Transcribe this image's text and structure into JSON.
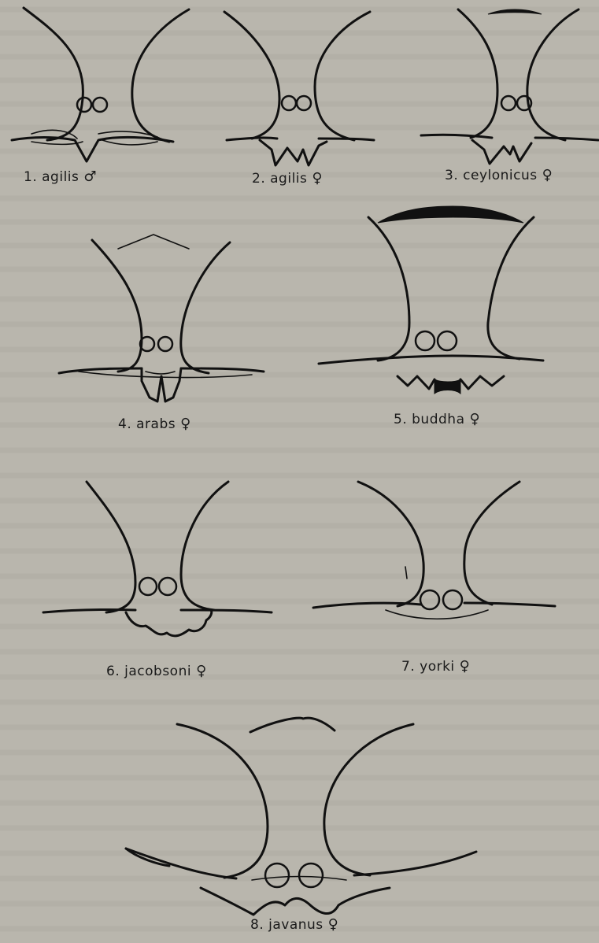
{
  "plate": {
    "background_color": "#b9b6ad",
    "ink_color": "#111111"
  },
  "figures": [
    {
      "number": "1.",
      "name": "agilis",
      "sex": "♂"
    },
    {
      "number": "2.",
      "name": "agilis",
      "sex": "♀"
    },
    {
      "number": "3.",
      "name": "ceylonicus",
      "sex": "♀"
    },
    {
      "number": "4.",
      "name": "arabs",
      "sex": "♀"
    },
    {
      "number": "5.",
      "name": "buddha",
      "sex": "♀"
    },
    {
      "number": "6.",
      "name": "jacobsoni",
      "sex": "♀"
    },
    {
      "number": "7.",
      "name": "yorki",
      "sex": "♀"
    },
    {
      "number": "8.",
      "name": "javanus",
      "sex": "♀"
    }
  ]
}
